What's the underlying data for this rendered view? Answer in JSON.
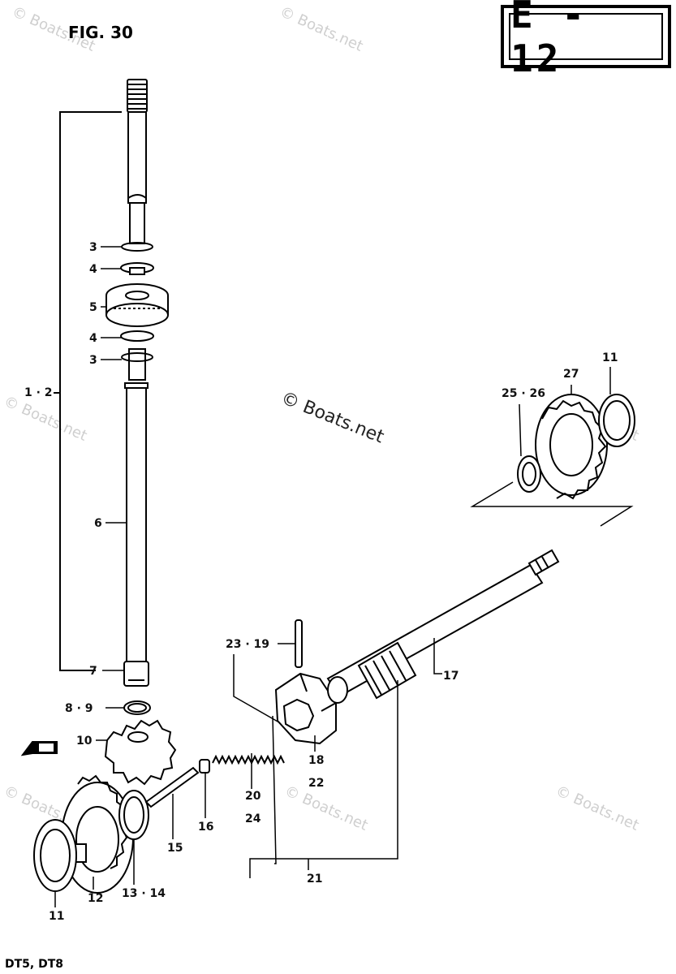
{
  "figure": {
    "title": "FIG. 30",
    "code": "E - 12",
    "models": "DT5, DT8"
  },
  "watermarks": {
    "center": "© Boats.net",
    "corner": "© Boats.net"
  },
  "callouts": [
    {
      "id": "c-3a",
      "text": "3"
    },
    {
      "id": "c-4a",
      "text": "4"
    },
    {
      "id": "c-5",
      "text": "5"
    },
    {
      "id": "c-4b",
      "text": "4"
    },
    {
      "id": "c-3b",
      "text": "3"
    },
    {
      "id": "c-12",
      "text": "1 · 2"
    },
    {
      "id": "c-6",
      "text": "6"
    },
    {
      "id": "c-7",
      "text": "7"
    },
    {
      "id": "c-89",
      "text": "8 · 9"
    },
    {
      "id": "c-10",
      "text": "10"
    },
    {
      "id": "c-2319",
      "text": "23 · 19"
    },
    {
      "id": "c-17",
      "text": "17"
    },
    {
      "id": "c-18",
      "text": "18"
    },
    {
      "id": "c-22",
      "text": "22"
    },
    {
      "id": "c-20",
      "text": "20"
    },
    {
      "id": "c-24",
      "text": "24"
    },
    {
      "id": "c-16",
      "text": "16"
    },
    {
      "id": "c-15",
      "text": "15"
    },
    {
      "id": "c-1314",
      "text": "13 · 14"
    },
    {
      "id": "c-12b",
      "text": "12"
    },
    {
      "id": "c-11a",
      "text": "11"
    },
    {
      "id": "c-21",
      "text": "21"
    },
    {
      "id": "c-11b",
      "text": "11"
    },
    {
      "id": "c-27",
      "text": "27"
    },
    {
      "id": "c-2526",
      "text": "25 · 26"
    }
  ]
}
